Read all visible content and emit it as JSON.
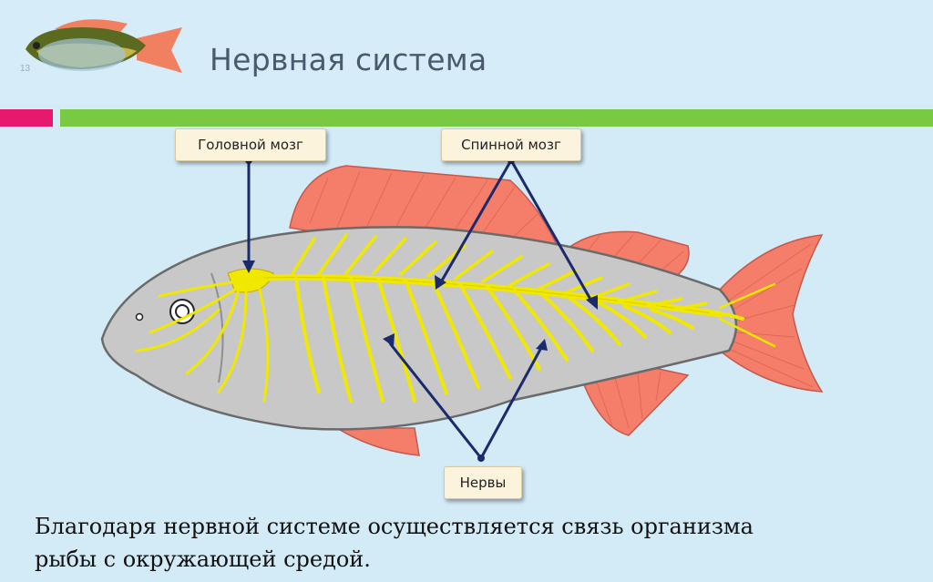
{
  "slide": {
    "title": "Нервная система",
    "slide_number": "13"
  },
  "labels": {
    "brain": "Головной мозг",
    "spinal_cord": "Спинной мозг",
    "nerves": "Нервы"
  },
  "caption": {
    "line1": "Благодаря нервной системе осуществляется связь организма",
    "line2": "рыбы с окружающей средой."
  },
  "colors": {
    "accent_pink": "#e6196e",
    "accent_green": "#7ac943",
    "fish_body": "#c8c8c8",
    "fins": "#f47e6a",
    "nerves": "#f0e800",
    "arrows": "#1a2a6c"
  }
}
